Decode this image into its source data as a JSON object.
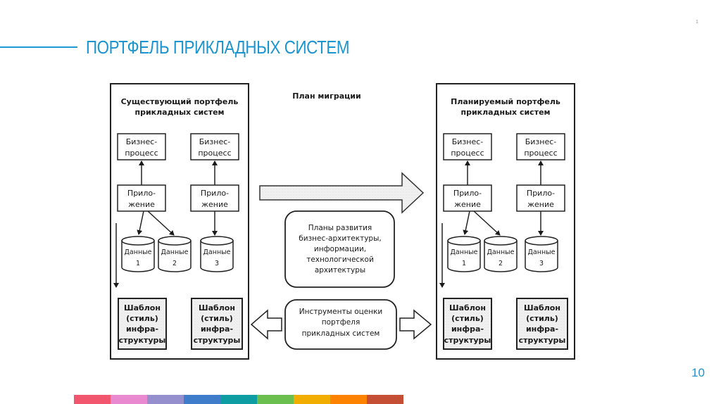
{
  "slide": {
    "title": "ПОРТФЕЛЬ ПРИКЛАДНЫХ СИСТЕМ",
    "corner_number": "1",
    "page_number": "10",
    "accent_color": "#1b94cf",
    "color_bar": [
      "#f2566f",
      "#e98ad0",
      "#958fcd",
      "#3f7cc9",
      "#0e9da3",
      "#6bbf4e",
      "#f2ae00",
      "#fd8200",
      "#c44f35"
    ]
  },
  "diagram": {
    "left_panel": {
      "title_line1": "Существующий портфель",
      "title_line2": "прикладных систем",
      "biz_process": [
        "Бизнес-",
        "процесс"
      ],
      "application": [
        "Прило-",
        "жение"
      ],
      "data": [
        {
          "label": "Данные",
          "num": "1"
        },
        {
          "label": "Данные",
          "num": "2"
        },
        {
          "label": "Данные",
          "num": "3"
        }
      ],
      "template": [
        "Шаблон",
        "(стиль)",
        "инфра-",
        "структуры"
      ]
    },
    "right_panel": {
      "title_line1": "Планируемый портфель",
      "title_line2": "прикладных систем",
      "biz_process": [
        "Бизнес-",
        "процесс"
      ],
      "application": [
        "Прило-",
        "жение"
      ],
      "data": [
        {
          "label": "Данные",
          "num": "1"
        },
        {
          "label": "Данные",
          "num": "2"
        },
        {
          "label": "Данные",
          "num": "3"
        }
      ],
      "template": [
        "Шаблон",
        "(стиль)",
        "инфра-",
        "структуры"
      ]
    },
    "center": {
      "migration_label": "План миграции",
      "plans_box": [
        "Планы развития",
        "бизнес-архитектуры,",
        "информации,",
        "технологической",
        "архитектуры"
      ],
      "tools_box": [
        "Инструменты оценки",
        "портфеля",
        "прикладных систем"
      ]
    }
  }
}
